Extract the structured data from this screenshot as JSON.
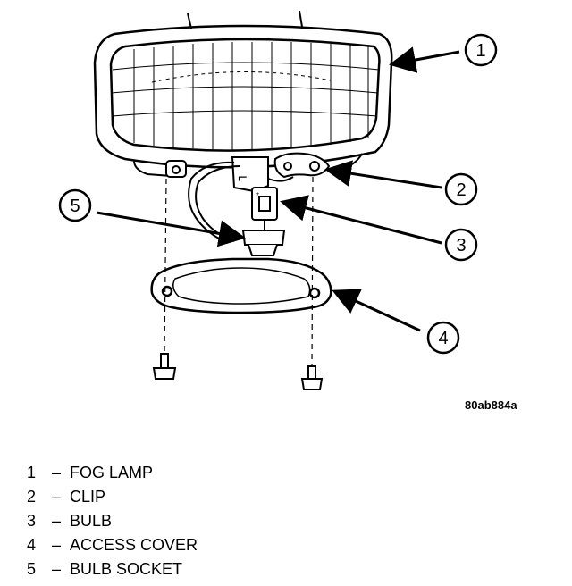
{
  "figure_code": "80ab884a",
  "callouts": [
    {
      "num": "1"
    },
    {
      "num": "2"
    },
    {
      "num": "3"
    },
    {
      "num": "4"
    },
    {
      "num": "5"
    }
  ],
  "legend": {
    "separator": "–",
    "items": [
      {
        "num": "1",
        "label": "FOG LAMP"
      },
      {
        "num": "2",
        "label": "CLIP"
      },
      {
        "num": "3",
        "label": "BULB"
      },
      {
        "num": "4",
        "label": "ACCESS COVER"
      },
      {
        "num": "5",
        "label": "BULB SOCKET"
      }
    ]
  },
  "colors": {
    "ink": "#000000",
    "paper": "#ffffff"
  }
}
